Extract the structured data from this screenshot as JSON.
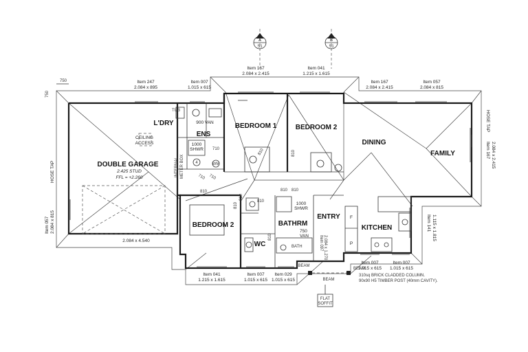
{
  "rooms": {
    "double_garage": "DOUBLE GARAGE",
    "garage_stud": "2.425 STUD",
    "garage_ffl": "FFL = +2.260",
    "laundry": "L'DRY",
    "ensuite": "ENS",
    "bedroom1": "BEDROOM 1",
    "bedroom2_top": "BEDROOM 2",
    "bedroom2_bottom": "BEDROOM 2",
    "dining": "DINING",
    "family": "FAMILY",
    "entry": "ENTRY",
    "kitchen": "KITCHEN",
    "bathroom": "BATHRM",
    "wc": "WC"
  },
  "fixtures": {
    "tub": "TUB",
    "van_900": "900 VAN",
    "shwr_1000_ens": "1000",
    "shwr_ens": "SHWR",
    "ceiling_access_1": "CEILING",
    "ceiling_access_2": "ACCESS",
    "meter_box_1": "INTERNAL",
    "meter_box_2": "METER BOX",
    "shwr_1000_bath": "1000",
    "shwr_bath": "SHWR",
    "van_750": "750",
    "van_label": "VAN",
    "bath": "BATH",
    "fridge_f": "F",
    "pantry_p": "P",
    "wm": "WM"
  },
  "dims": {
    "d750_top": "750",
    "d750_side": "750",
    "d710_a": "710",
    "d710_b": "710",
    "d710_c": "710",
    "d810_a": "810",
    "d810_b": "810",
    "d810_c": "810",
    "d810_d": "810",
    "d810_e": "810",
    "d810_f": "810",
    "d810_g": "810",
    "d810_h": "810",
    "d1000_wc": "1000",
    "d810_wc": "810"
  },
  "items": {
    "top_247": "Item 247",
    "top_247_size": "2.084 x 895",
    "top_007": "Item 007",
    "top_007_size": "1.015 x 615",
    "top_167a": "Item 167",
    "top_167a_size": "2.084 x 2.415",
    "top_041": "Item 041",
    "top_041_size": "1.215 x 1.615",
    "top_167b": "Item 167",
    "top_167b_size": "2.084 x 2.415",
    "top_057": "Item 057",
    "top_057_size": "2.084 x 815",
    "right_167": "Item 167",
    "right_167_size": "2.084 x 2.415",
    "right_141": "Item 141",
    "right_141_size": "1.115 x 1.815",
    "left_057": "Item 057",
    "left_057_size": "2.084 x 815",
    "garage_door": "2.084 x 4.540",
    "bot_041": "Item 041",
    "bot_041_size": "1.215 x 1.615",
    "bot_007a": "Item 007",
    "bot_007a_size": "1.015 x 615",
    "bot_029": "Item 029",
    "bot_029_size": "1.015 x 615",
    "bot_007b": "Item 007",
    "bot_007b_size": "1.015 x 615",
    "bot_007c": "Item 007",
    "bot_007c_size": "1.015 x 615",
    "entry_side": "Item 097",
    "entry_side_size": "2.084 x 1.270"
  },
  "labels": {
    "hose_tap_left": "HOSE TAP",
    "hose_tap_right": "HOSE TAP",
    "beam_left": "BEAM",
    "beam_mid": "BEAM",
    "beam_right": "BEAM",
    "column_note_1": "310sq BRICK CLADDED COLUMN.",
    "column_note_2": "90x90 H5 TIMBER POST (40mm CAVITY).",
    "flat": "FLAT",
    "soffit": "SOFFIT"
  },
  "sections": {
    "a_letter": "A",
    "a_sheet": "S1",
    "b_letter": "B",
    "b_sheet": "S1"
  }
}
